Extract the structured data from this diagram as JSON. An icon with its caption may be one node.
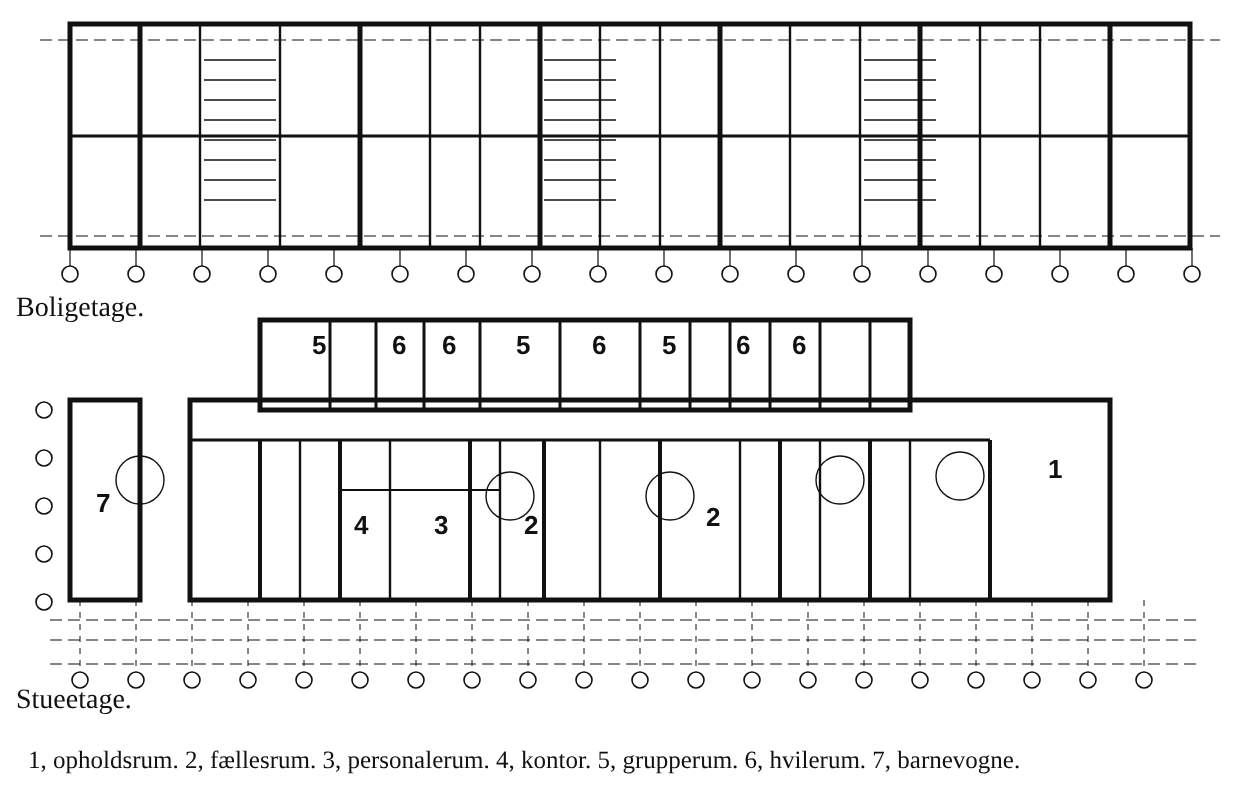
{
  "diagram": {
    "caption": "1, opholdsrum. 2, fællesrum. 3, personalerum. 4, kontor. 5, grupperum. 6, hvilerum. 7, barnevogne.",
    "labels": [
      "Boligetage.",
      "5",
      "6",
      "6",
      "5",
      "6",
      "5",
      "6",
      "6",
      "1",
      "7",
      "4",
      "3",
      "2",
      "2",
      "Stueetage."
    ]
  }
}
